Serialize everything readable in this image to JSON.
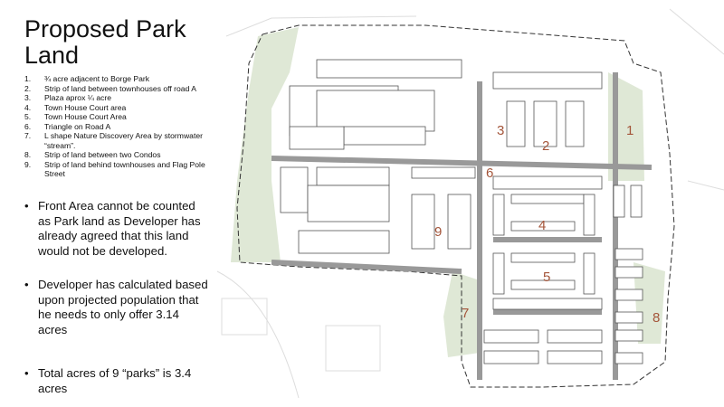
{
  "slide": {
    "title": "Proposed Park Land",
    "items": [
      {
        "n": "1.",
        "text": "¾ acre adjacent to Borge Park"
      },
      {
        "n": "2.",
        "text": "Strip of land between townhouses off road A"
      },
      {
        "n": "3.",
        "text": "Plaza aprox ¼ acre"
      },
      {
        "n": "4.",
        "text": "Town House Court area"
      },
      {
        "n": "5.",
        "text": "Town House Court Area"
      },
      {
        "n": "6.",
        "text": "Triangle on Road A"
      },
      {
        "n": "7.",
        "text": "L shape Nature Discovery Area by stormwater “stream”."
      },
      {
        "n": "8.",
        "text": "Strip of land between two Condos"
      },
      {
        "n": "9.",
        "text": "Strip of land behind townhouses and Flag Pole Street"
      }
    ],
    "bullets": [
      "Front Area cannot be counted as Park land as Developer has already agreed that this land would not be developed.",
      "Developer has calculated based upon projected population that he needs to only offer 3.14 acres",
      "Total  acres of 9 “parks” is 3.4 acres"
    ]
  },
  "map": {
    "labels": [
      "1",
      "2",
      "3",
      "4",
      "5",
      "6",
      "7",
      "8",
      "9"
    ],
    "colors": {
      "park": "#dfe8d6",
      "label": "#a4553a",
      "line": "#555555"
    }
  }
}
